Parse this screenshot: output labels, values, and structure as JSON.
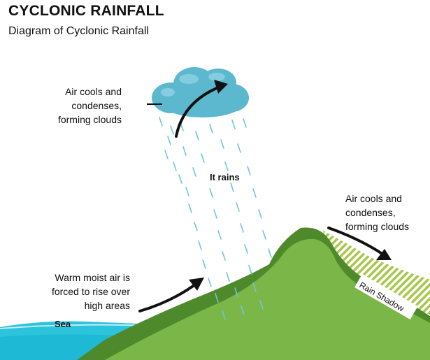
{
  "header": {
    "title": "CYCLONIC RAINFALL",
    "subtitle": "Diagram of Cyclonic Rainfall"
  },
  "labels": {
    "cloud_top": [
      "Air cools and",
      "condenses,",
      "forming clouds"
    ],
    "it_rains": "It rains",
    "right_cloud": [
      "Air cools and",
      "condenses,",
      "forming clouds"
    ],
    "warm_air": [
      "Warm moist air is",
      "forced to rise over",
      "high areas"
    ],
    "sea": "Sea",
    "rain_shadow": "Rain Shadow"
  },
  "colors": {
    "sea": "#2cc3dc",
    "sea_dark": "#0ea7c7",
    "mountain_dark": "#4e8a2b",
    "mountain_light": "#7ab648",
    "rain_shadow_stripe": "#a7c84a",
    "cloud": "#5cb8cf",
    "rain": "#6ec6dc"
  }
}
